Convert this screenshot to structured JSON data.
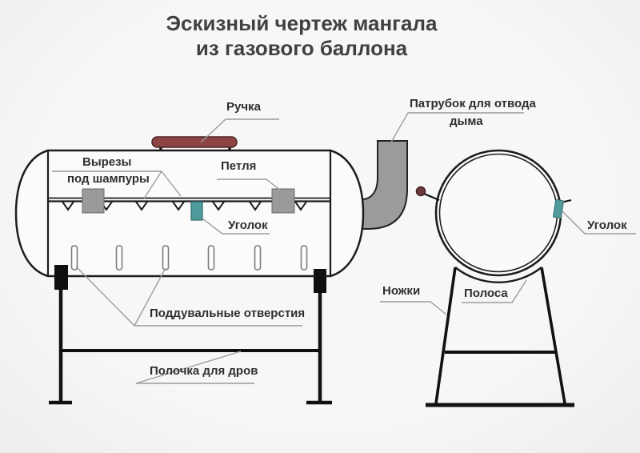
{
  "title": {
    "line1": "Эскизный чертеж мангала",
    "line2": "из газового баллона"
  },
  "annotations": {
    "handle": "Ручка",
    "skewer_cutouts_line1": "Вырезы",
    "skewer_cutouts_line2": "под шампуры",
    "hinge": "Петля",
    "angle_bracket_side": "Уголок",
    "smoke_pipe_line1": "Патрубок для отвода",
    "smoke_pipe_line2": "дыма",
    "air_holes": "Поддувальные отверстия",
    "firewood_shelf": "Полочка для дров",
    "legs": "Ножки",
    "strip": "Полоса",
    "angle_bracket_end": "Уголок"
  },
  "colors": {
    "outline": "#1d1d1d",
    "leader": "#9c9c9c",
    "handle_red": "#8e4343",
    "angle_teal": "#4f9a9b",
    "pipe_gray": "#9b9b9b",
    "hinge_gray": "#9a9a9a",
    "knob_maroon": "#6e3939",
    "slot_fill": "#fdfdfd",
    "background": "#f3f3f4"
  },
  "figure": {
    "air_hole_count": 6,
    "skewer_notch_count": 7
  }
}
